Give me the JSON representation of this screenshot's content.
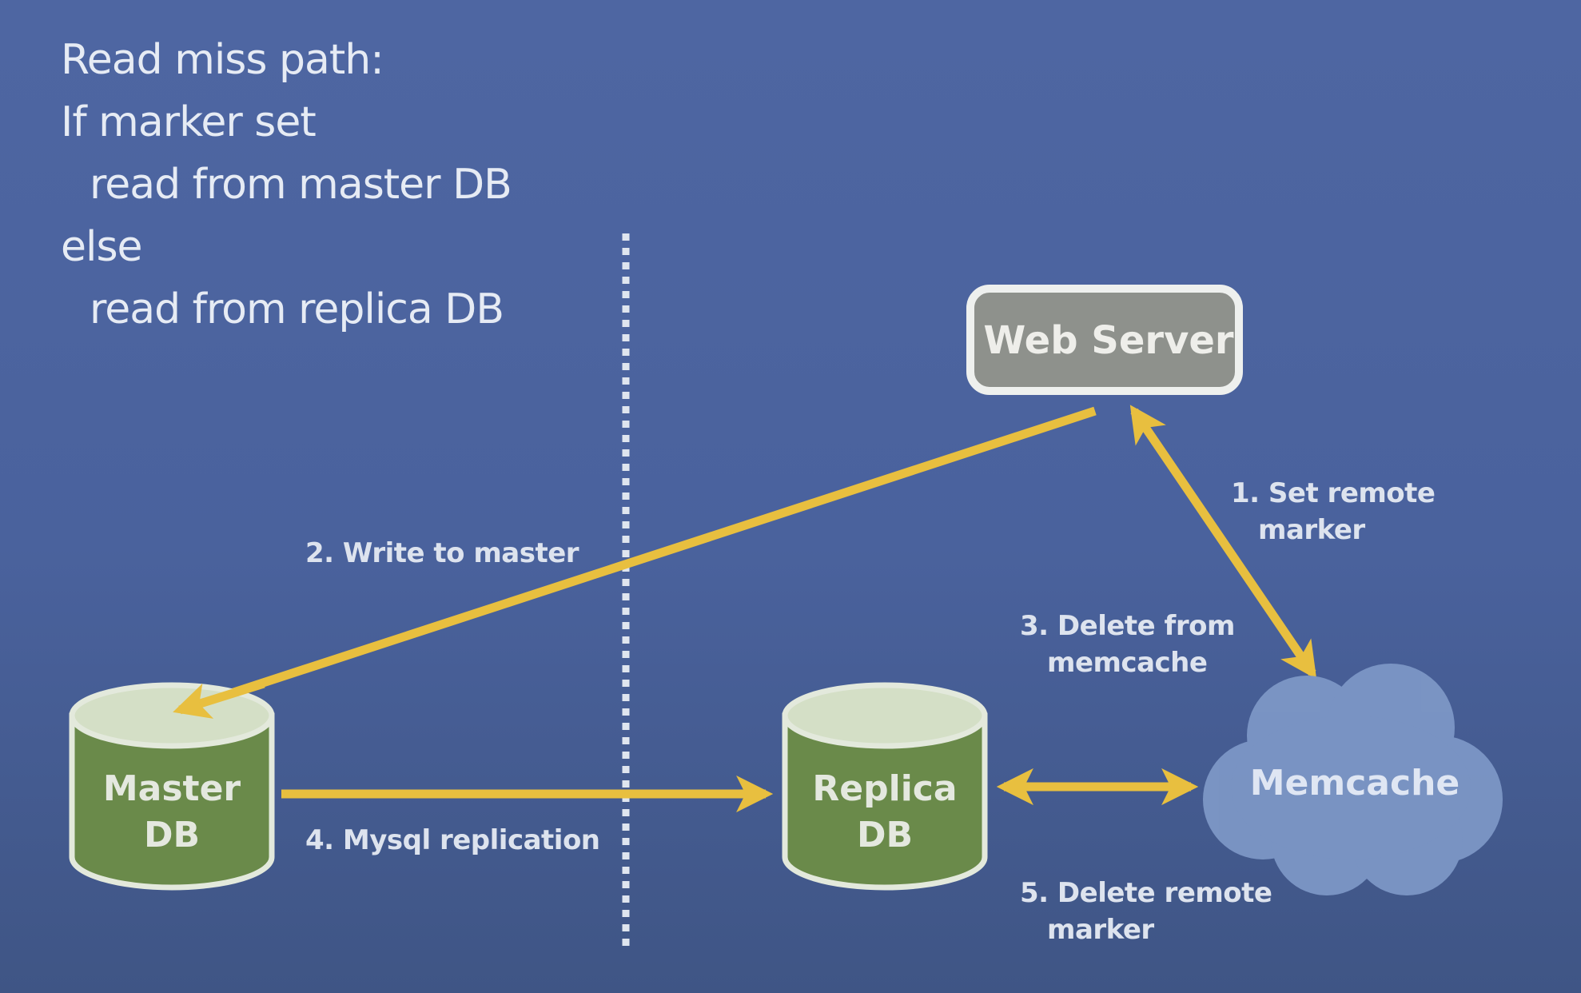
{
  "slide": {
    "pseudocode": [
      {
        "text": "Read miss path:",
        "indent": false
      },
      {
        "text": "If marker set",
        "indent": false
      },
      {
        "text": "read from master DB",
        "indent": true
      },
      {
        "text": "else",
        "indent": false
      },
      {
        "text": "read from replica DB",
        "indent": true
      }
    ],
    "nodes": {
      "web_server": "Web Server",
      "master_db": [
        "Master",
        "DB"
      ],
      "replica_db": [
        "Replica",
        "DB"
      ],
      "memcache": "Memcache"
    },
    "steps": {
      "step1": "1. Set remote\n   marker",
      "step2": "2. Write to master",
      "step3": "3. Delete from\n   memcache",
      "step4": "4. Mysql replication",
      "step5": "5. Delete remote\n   marker"
    },
    "colors": {
      "background": "#4b63a0",
      "arrow": "#e8bf3f",
      "db_body": "#6a8a4a",
      "db_top": "#d4dfc6",
      "db_outline": "#e3e9dc",
      "web_server_fill": "#8e918c",
      "web_server_border": "#eef0ee",
      "memcache_fill": "#7b95c4",
      "text": "#e4e9f2"
    }
  }
}
